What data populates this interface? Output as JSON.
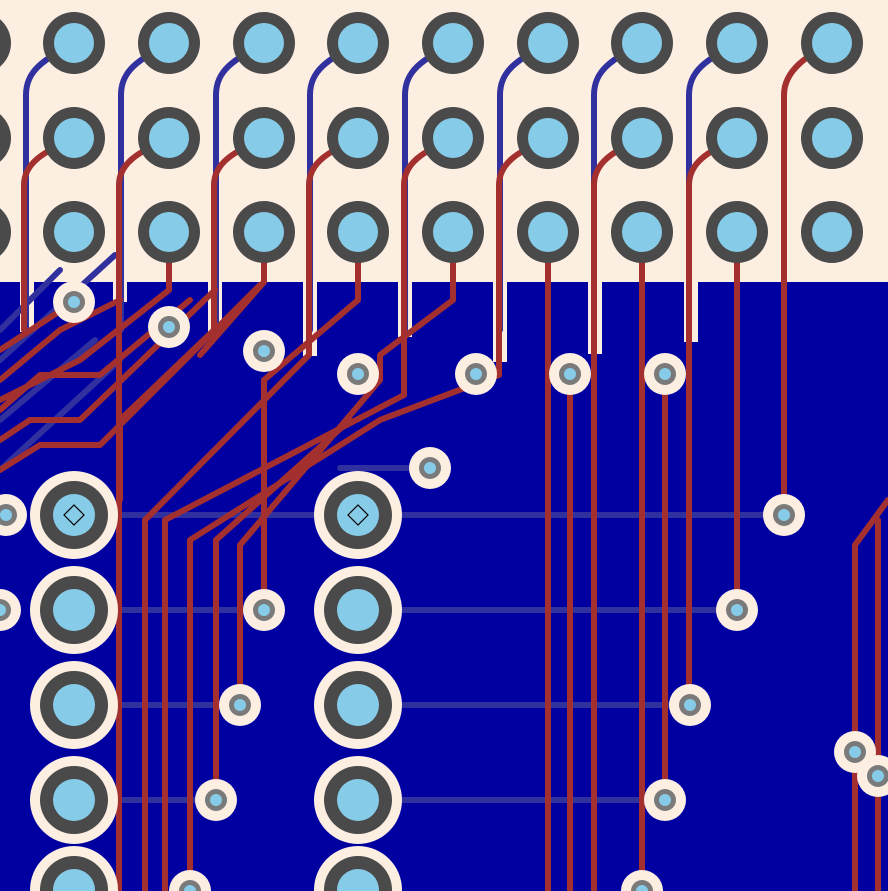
{
  "view": {
    "kind": "pcb-layout-zoom",
    "layers": [
      "top-copper",
      "bottom-copper",
      "ground-pour"
    ]
  },
  "colors": {
    "board_background": "#fdeee2",
    "ground_pour": "#0000a0",
    "pour_edge": "#1a1aa8",
    "top_trace": "#a3302e",
    "bottom_trace": "#30309e",
    "pad_ring": "#4a4a4a",
    "pad_drill": "#86cbe8",
    "via_ring": "#7a7a7a",
    "clearance": "#fdeee2",
    "pin1_marker": "#000000"
  },
  "components": {
    "header": {
      "rows": 3,
      "visible_columns": 10
    },
    "connector_left": {
      "visible_pins": 5,
      "pin1_marker": "diamond"
    },
    "connector_right": {
      "visible_pins": 5,
      "pin1_marker": "diamond"
    }
  },
  "legend_text": []
}
